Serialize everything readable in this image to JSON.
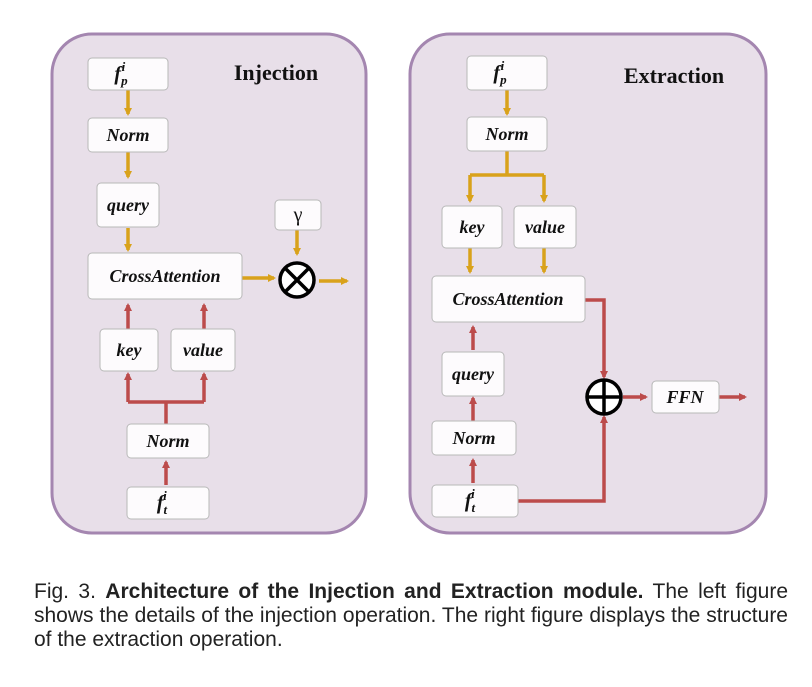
{
  "injection": {
    "title": "Injection",
    "input_top": {
      "base": "f",
      "sub": "p",
      "sup": "i"
    },
    "norm_top": "Norm",
    "query": "query",
    "gamma": "γ",
    "cross_attention": "CrossAttention",
    "key": "key",
    "value": "value",
    "norm_bottom": "Norm",
    "input_bottom": {
      "base": "f",
      "sub": "t",
      "sup": "i"
    }
  },
  "extraction": {
    "title": "Extraction",
    "input_top": {
      "base": "f",
      "sub": "p",
      "sup": "i"
    },
    "norm_top": "Norm",
    "key": "key",
    "value": "value",
    "cross_attention": "CrossAttention",
    "query": "query",
    "norm_bottom": "Norm",
    "input_bottom": {
      "base": "f",
      "sub": "t",
      "sup": "i"
    },
    "ffn": "FFN"
  },
  "caption": {
    "prefix": "Fig. 3.",
    "bold": "Architecture of the Injection and Extraction module.",
    "rest": "The left figure shows the details of the injection operation. The right figure displays the structure of the extraction operation."
  },
  "colors": {
    "injection_flow": "#d9a21b",
    "extraction_flow": "#bc4b4b",
    "panel_fill": "#e8dfe9",
    "panel_border": "#a486b0"
  }
}
